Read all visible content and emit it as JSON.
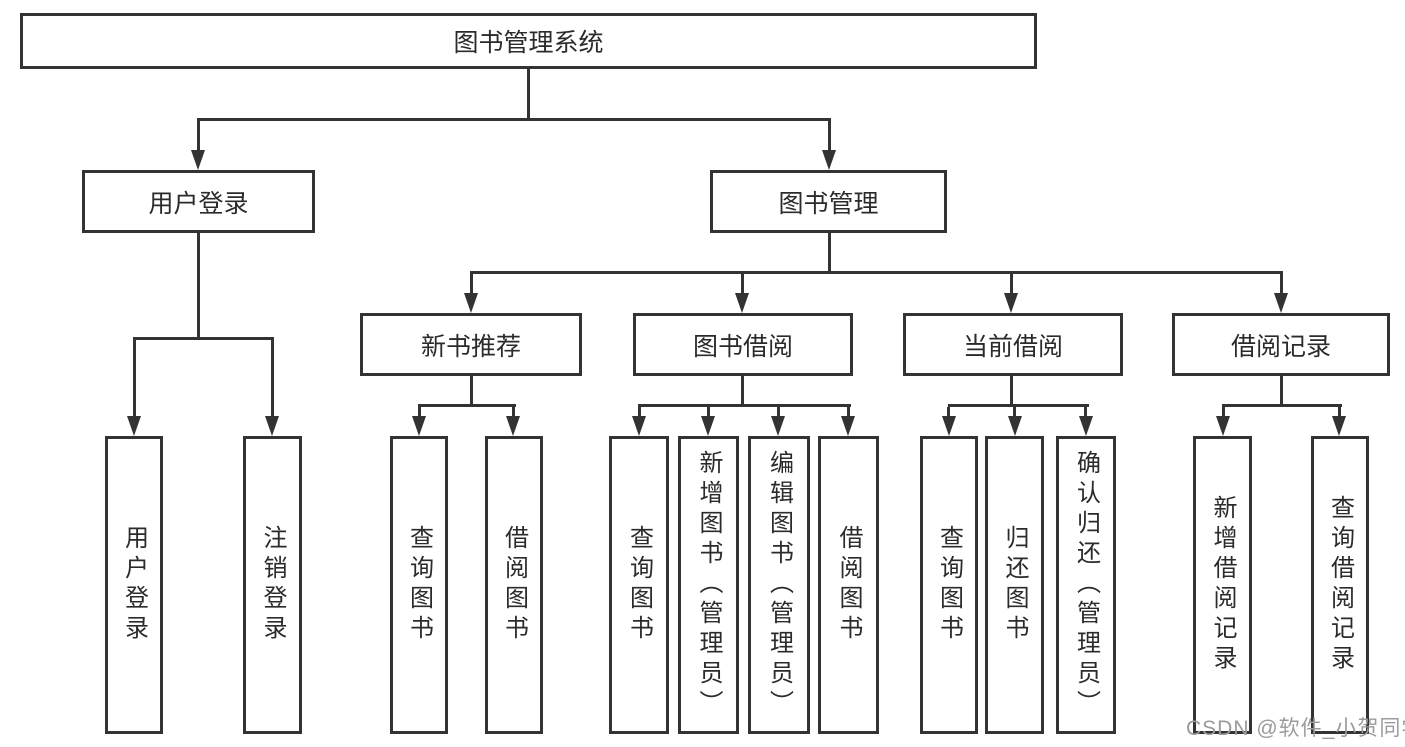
{
  "colors": {
    "line": "#333333",
    "box_border": "#333333",
    "text": "#2b2b2b",
    "background": "#ffffff"
  },
  "watermark": {
    "text": "CSDN @软件_小贺同学",
    "color": "#9b9b9b"
  },
  "diagram": {
    "root": {
      "label": "图书管理系统"
    },
    "branches": [
      {
        "label": "用户登录",
        "children": [
          {
            "label": "用户登录"
          },
          {
            "label": "注销登录"
          }
        ]
      },
      {
        "label": "图书管理",
        "children": [
          {
            "label": "新书推荐",
            "children": [
              {
                "label": "查询图书"
              },
              {
                "label": "借阅图书"
              }
            ]
          },
          {
            "label": "图书借阅",
            "children": [
              {
                "label": "查询图书"
              },
              {
                "label": "新增图书（管理员）"
              },
              {
                "label": "编辑图书（管理员）"
              },
              {
                "label": "借阅图书"
              }
            ]
          },
          {
            "label": "当前借阅",
            "children": [
              {
                "label": "查询图书"
              },
              {
                "label": "归还图书"
              },
              {
                "label": "确认归还（管理员）"
              }
            ]
          },
          {
            "label": "借阅记录",
            "children": [
              {
                "label": "新增借阅记录"
              },
              {
                "label": "查询借阅记录"
              }
            ]
          }
        ]
      }
    ]
  }
}
